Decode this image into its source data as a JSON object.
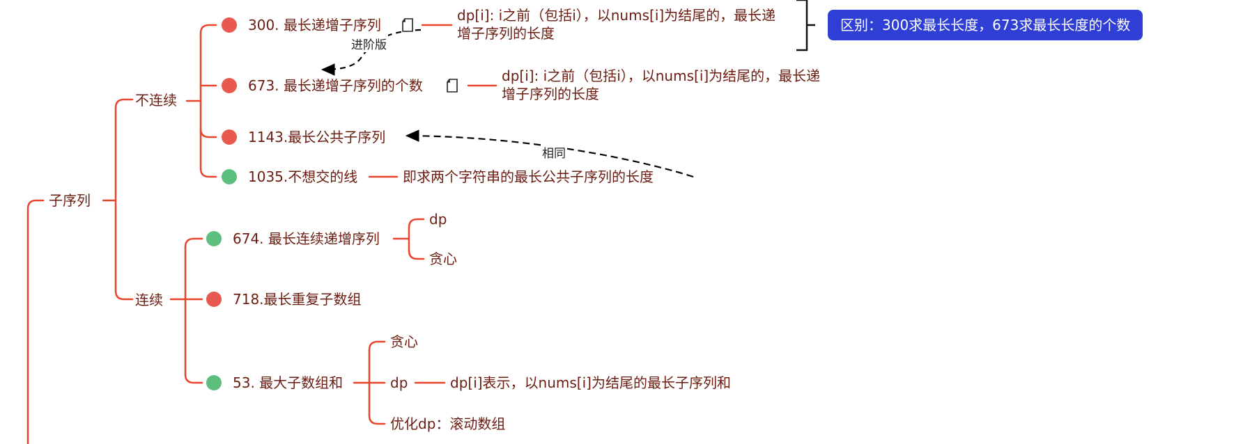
{
  "diagram": {
    "root": "子序列",
    "branches": {
      "discontinuous": {
        "label": "不连续",
        "items": {
          "p300": {
            "label": "300. 最长递增子序列",
            "note": "dp[i]: i之前（包括i），以nums[i]为结尾的，最长递增子序列的长度",
            "status": "red"
          },
          "p673": {
            "label": "673. 最长递增子序列的个数",
            "note": "dp[i]: i之前（包括i），以nums[i]为结尾的，最长递增子序列的长度",
            "status": "red"
          },
          "p1143": {
            "label": "1143.最长公共子序列",
            "status": "red"
          },
          "p1035": {
            "label": "1035.不想交的线",
            "note": "即求两个字符串的最长公共子序列的长度",
            "status": "green"
          }
        }
      },
      "continuous": {
        "label": "连续",
        "items": {
          "p674": {
            "label": "674. 最长连续递增序列",
            "children": [
              "dp",
              "贪心"
            ],
            "status": "green"
          },
          "p718": {
            "label": "718.最长重复子数组",
            "status": "red"
          },
          "p53": {
            "label": "53. 最大子数组和",
            "status": "green",
            "children": {
              "greedy": "贪心",
              "dp": {
                "label": "dp",
                "note": "dp[i]表示，以nums[i]为结尾的最长子序列和"
              },
              "optimized": "优化dp：滚动数组"
            }
          }
        }
      }
    },
    "relations": {
      "advanced": "进阶版",
      "same": "相同"
    },
    "summary": "区别：300求最长长度，673求最长长度的个数"
  },
  "colors": {
    "branch_line": "#e8452c",
    "text": "#6b1c10",
    "dot_red": "#e85a4f",
    "dot_green": "#5cbf7e",
    "summary_bg": "#2f3fd6",
    "relation_line": "#000000"
  }
}
